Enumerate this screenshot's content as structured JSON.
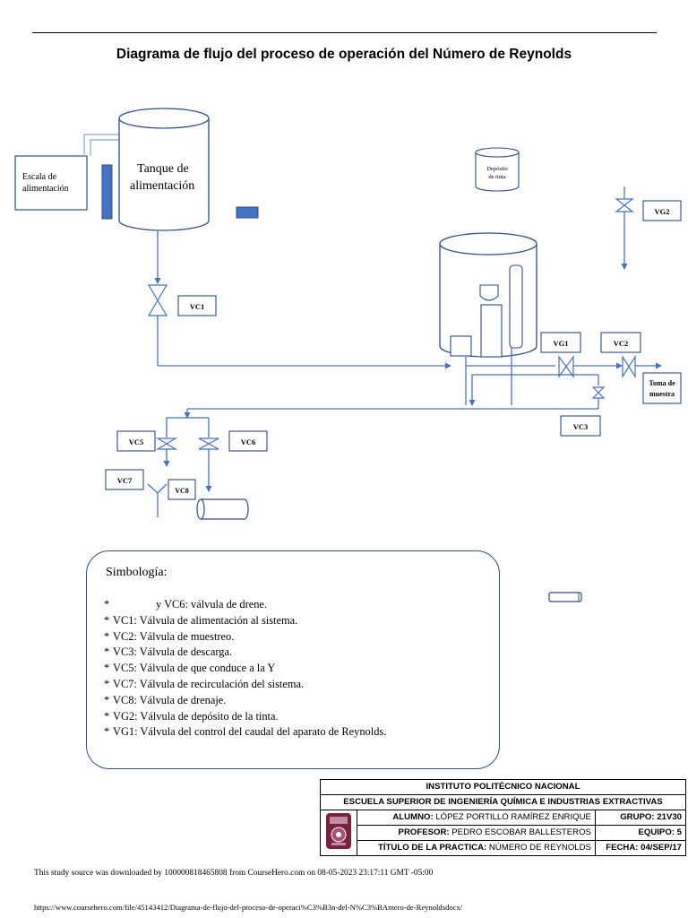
{
  "title": "Diagrama de flujo del proceso de operación del Número de Reynolds",
  "diagram": {
    "feed_scale": [
      "Escala de",
      "alimentación"
    ],
    "feed_tank": [
      "Tanque de",
      "alimentación"
    ],
    "ink_tank": [
      "Depósito",
      "de tinta"
    ],
    "valves": {
      "vc1": "VC1",
      "vc2": "VC2",
      "vc3": "VC3",
      "vc5": "VC5",
      "vc6": "VC6",
      "vc7": "VC7",
      "vc8": "VC8",
      "vg1": "VG1",
      "vg2": "VG2"
    },
    "sample": [
      "Toma de",
      "muestra"
    ]
  },
  "legend": {
    "title": "Simbología:",
    "items": [
      {
        "bullet": "*",
        "text": "y VC6: válvula de drene."
      },
      {
        "bullet": "*",
        "text": "VC1: Válvula de alimentación al sistema."
      },
      {
        "bullet": "*",
        "text": "VC2: Válvula de muestreo."
      },
      {
        "bullet": "*",
        "text": "VC3: Válvula de descarga."
      },
      {
        "bullet": "*",
        "text": "VC5: Válvula de que conduce a la Y"
      },
      {
        "bullet": "*",
        "text": "VC7: Válvula de recirculación del sistema."
      },
      {
        "bullet": "*",
        "text": "VC8: Válvula de drenaje."
      },
      {
        "bullet": "*",
        "text": "VG2: Válvula de depósito de la tinta."
      },
      {
        "bullet": "*",
        "text": "VG1: Válvula del control del caudal del aparato de Reynolds."
      }
    ]
  },
  "info_table": {
    "institute": "INSTITUTO POLITÉCNICO NACIONAL",
    "school": "ESCUELA SUPERIOR DE INGENIERÍA QUÍMICA E INDUSTRIAS EXTRACTIVAS",
    "student_label": "ALUMNO:",
    "student": "LÓPEZ PORTILLO RAMÍREZ ENRIQUE",
    "group_label": "GRUPO:",
    "group": "21V30",
    "professor_label": "PROFESOR:",
    "professor": "PEDRO ESCOBAR BALLESTEROS",
    "team_label": "EQUIPO:",
    "team": "5",
    "practice_label": "TÍTULO DE LA PRACTICA:",
    "practice": "NÚMERO DE REYNOLDS",
    "date_label": "FECHA:",
    "date": "04/SEP/17"
  },
  "footer": {
    "source": "This study source was downloaded by 100000818465808 from CourseHero.com on 08-05-2023 23:17:11 GMT -05:00",
    "url": "https://www.coursehero.com/file/45143412/Diagrama-de-flujo-del-proceso-de-operaci%C3%B3n-del-N%C3%BAmero-de-Reynoldsdocx/"
  }
}
